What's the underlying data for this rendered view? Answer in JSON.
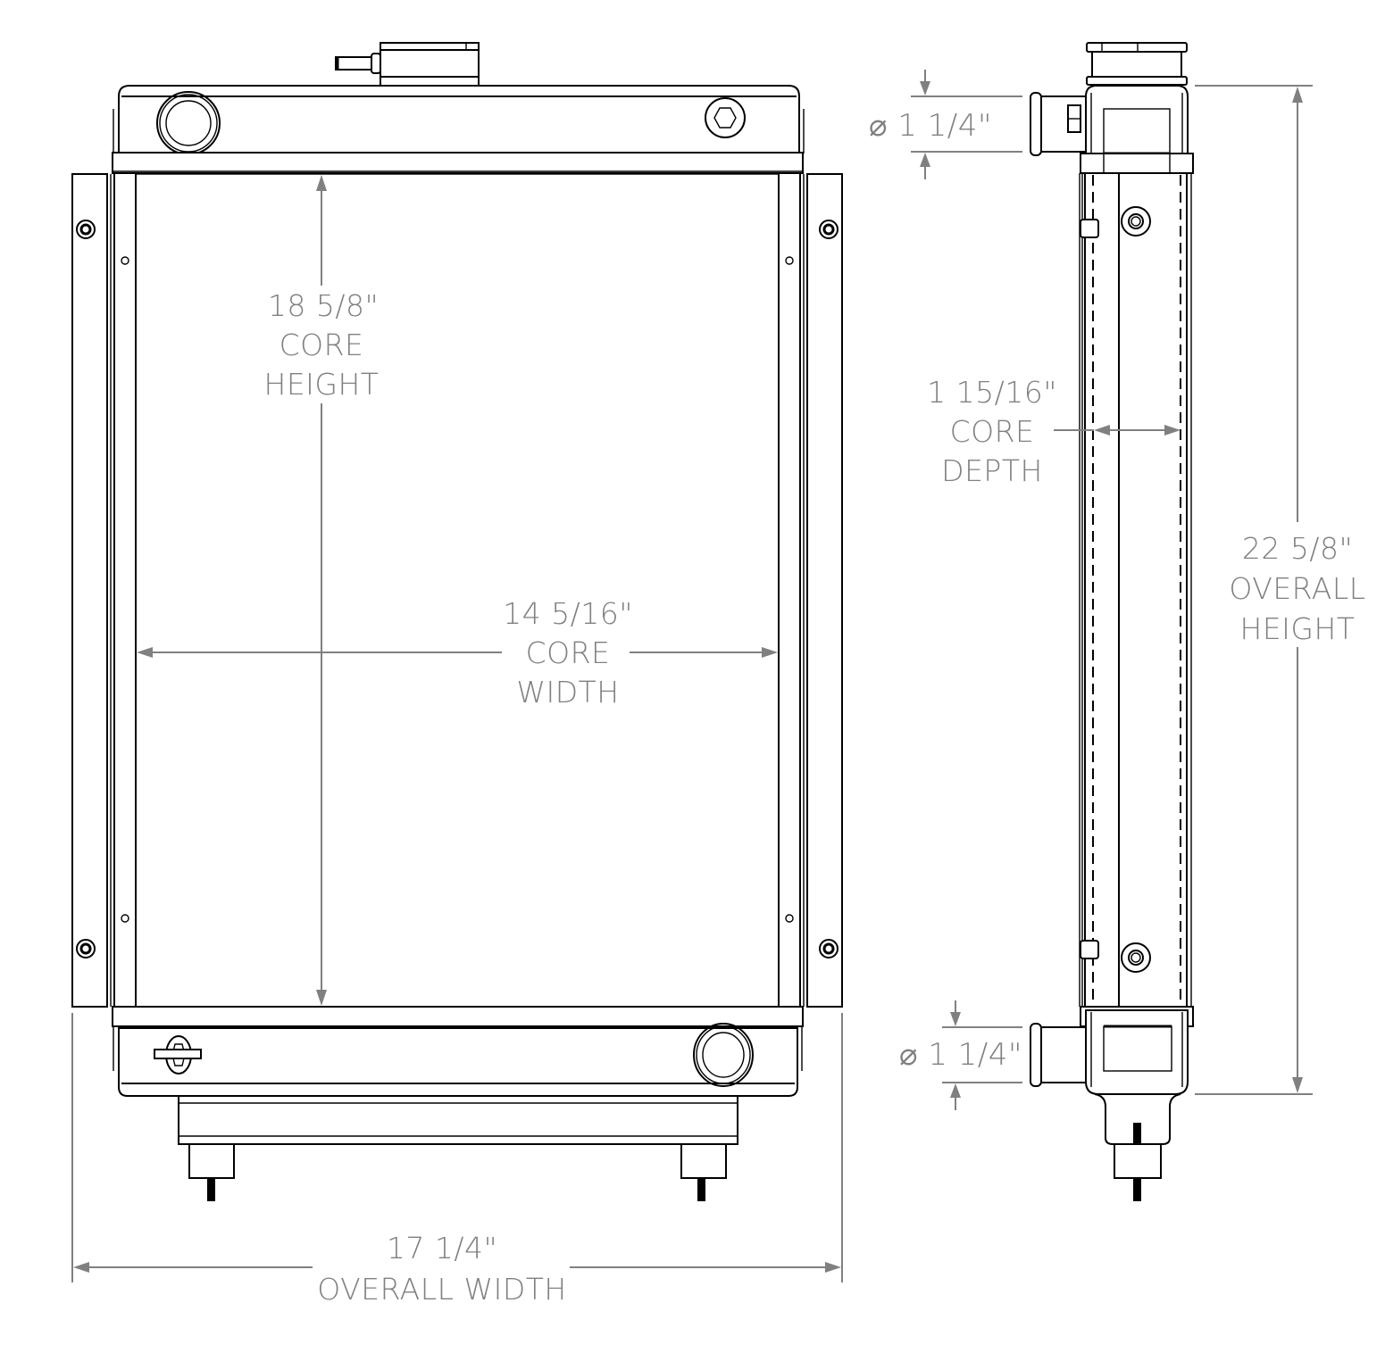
{
  "drawing": {
    "title": "Radiator dimension drawing",
    "line_color": "#000000",
    "dimension_color": "#808080",
    "views": [
      "front-view",
      "side-view"
    ]
  },
  "dimensions": {
    "core_height": {
      "value": "18 5/8\"",
      "label": "CORE",
      "label2": "HEIGHT"
    },
    "core_width": {
      "value": "14 5/16\"",
      "label": "CORE",
      "label2": "WIDTH"
    },
    "overall_width": {
      "value": "17 1/4\"",
      "label": "OVERALL WIDTH"
    },
    "core_depth": {
      "value": "1 15/16\"",
      "label": "CORE",
      "label2": "DEPTH"
    },
    "overall_height": {
      "value": "22 5/8\"",
      "label": "OVERALL",
      "label2": "HEIGHT"
    },
    "inlet_diameter": {
      "value": "⌀ 1 1/4\""
    },
    "outlet_diameter": {
      "value": "⌀ 1 1/4\""
    }
  }
}
